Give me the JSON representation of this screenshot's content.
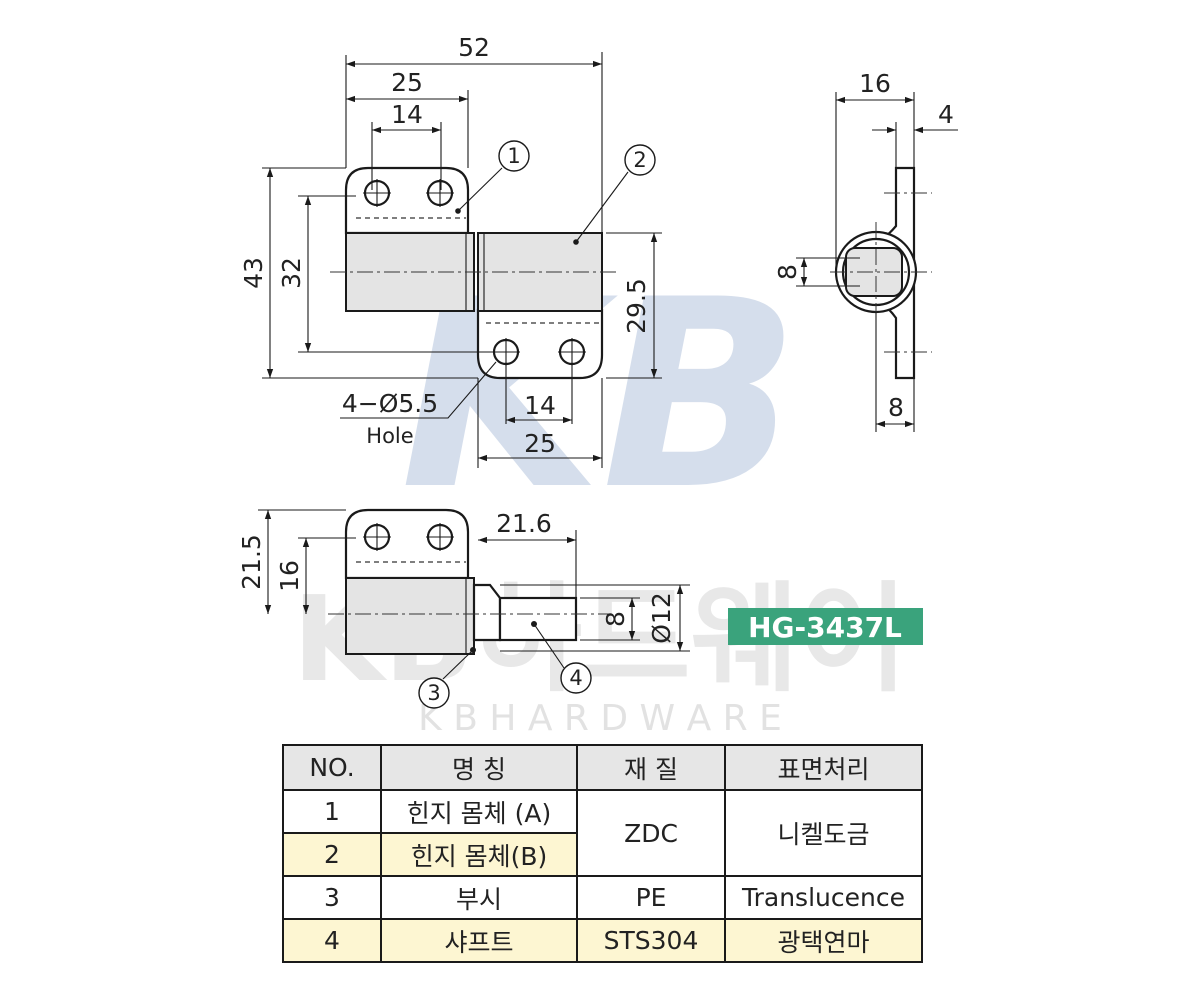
{
  "colors": {
    "badge_bg": "#3aa37c",
    "row_highlight": "#fdf6d2",
    "header_bg": "#e6e6e6",
    "watermark": "#c8d4e6"
  },
  "front_view": {
    "dims": {
      "overall_width": "52",
      "body_a_width": "25",
      "hole_pitch_top": "14",
      "height_43": "43",
      "height_32": "32",
      "height_29_5": "29.5",
      "hole_pitch_bottom": "14",
      "body_b_width": "25"
    },
    "hole_note": {
      "size": "4−Ø5.5",
      "label": "Hole"
    },
    "callouts": {
      "c1": "1",
      "c2": "2"
    }
  },
  "side_view": {
    "dims": {
      "width_16": "16",
      "thickness_4": "4",
      "bore_8": "8",
      "flange_8": "8"
    }
  },
  "top_view": {
    "dims": {
      "height_21_5": "21.5",
      "height_16": "16",
      "shaft_length": "21.6",
      "shaft_dia": "8",
      "bore_dia": "Ø12"
    },
    "callouts": {
      "c3": "3",
      "c4": "4"
    }
  },
  "watermark": {
    "logo": "KB",
    "brand_kr": "KB하드웨어",
    "brand_en": "K B   H A R D W A R E"
  },
  "model_badge": "HG-3437L",
  "parts_table": {
    "headers": [
      "NO.",
      "명 칭",
      "재 질",
      "표면처리"
    ],
    "rows": [
      {
        "no": "1",
        "name": "힌지 몸체 (A)",
        "material": "ZDC",
        "finish": "니켈도금"
      },
      {
        "no": "2",
        "name": "힌지 몸체(B)"
      },
      {
        "no": "3",
        "name": "부시",
        "material": "PE",
        "finish": "Translucence"
      },
      {
        "no": "4",
        "name": "샤프트",
        "material": "STS304",
        "finish": "광택연마"
      }
    ]
  }
}
